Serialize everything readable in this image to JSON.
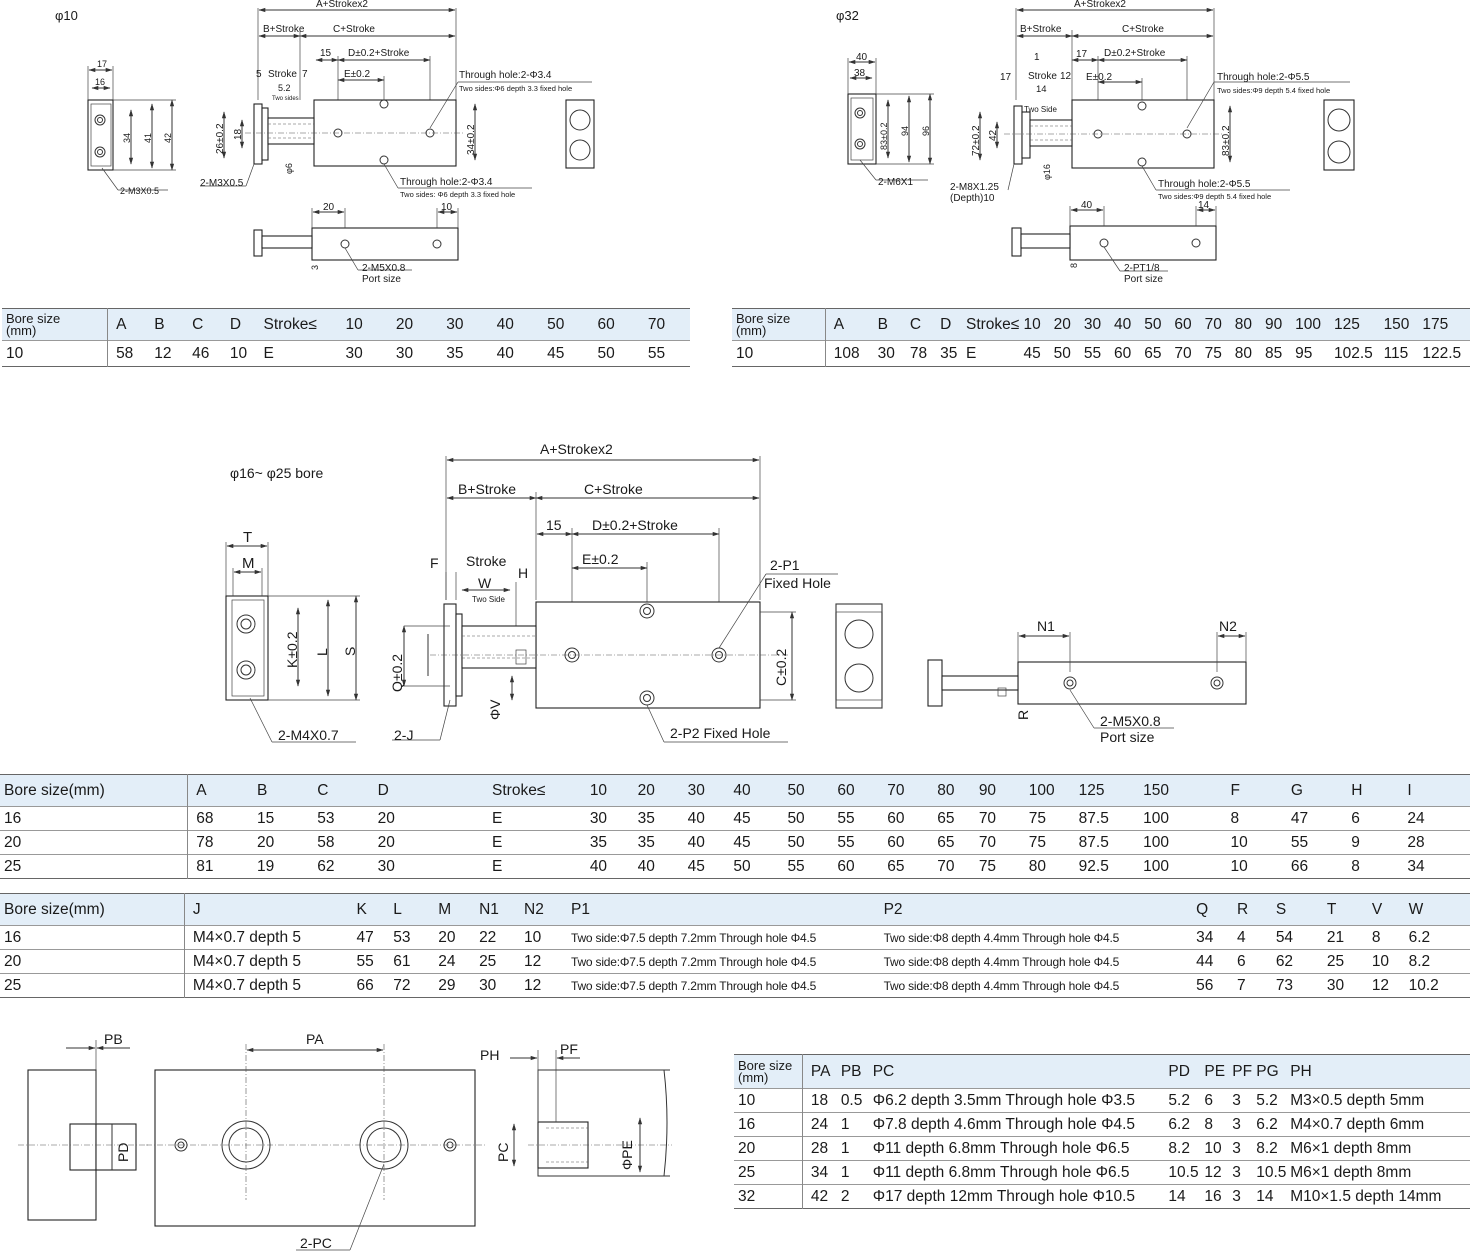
{
  "labels": {
    "phi10": "φ10",
    "phi32": "φ32",
    "phi16_25": "φ16~ φ25 bore",
    "a_stroke2": "A+Strokex2",
    "b_stroke": "B+Stroke",
    "c_stroke": "C+Stroke",
    "d_stroke": "D±0.2+Stroke",
    "e": "E±0.2",
    "stroke": "Stroke",
    "two_side": "Two Side",
    "two_sides": "Two sides",
    "t10_dims": [
      "17",
      "16",
      "34",
      "41",
      "42",
      "5",
      "7",
      "5.2",
      "15",
      "26±0.2",
      "18",
      "φ6",
      "34±0.2",
      "20",
      "10",
      "3"
    ],
    "t10_m3": "2-M3X0.5",
    "t10_through1": "Through hole:2-Φ3.4",
    "t10_through1_sub": "Two sides:Φ6 depth 3.3 fixed hole",
    "t10_through2": "Through hole:2-Φ3.4",
    "t10_through2_sub": "Two sides: Φ6 depth 3.3 fixed hole",
    "t10_port": "2-M5X0.8",
    "port_size": "Port size",
    "t32_dims": [
      "40",
      "38",
      "83±0.2",
      "94",
      "96",
      "1",
      "17",
      "12",
      "14",
      "72±0.2",
      "42",
      "φ16",
      "83±0.2",
      "40",
      "14",
      "8"
    ],
    "t32_m6": "2-M6X1",
    "t32_m8": "2-M8X1.25",
    "t32_m8_sub": "(Depth)10",
    "t32_through1": "Through hole:2-Φ5.5",
    "t32_through1_sub": "Two sides:Φ9 depth 5.4 fixed hole",
    "t32_through2": "Through hole:2-Φ5.5",
    "t32_through2_sub": "Two sides:Φ9 depth 5.4 fixed hole",
    "t32_port": "2-PT1/8",
    "m_T": "T",
    "m_M": "M",
    "m_K": "K±0.2",
    "m_L": "L",
    "m_S": "S",
    "m_m4": "2-M4X0.7",
    "m_F": "F",
    "m_W": "W",
    "m_H": "H",
    "m_Q": "Q±0.2",
    "m_V": "ΦV",
    "m_2J": "2-J",
    "m_15": "15",
    "m_C": "C±0.2",
    "m_P1": "2-P1",
    "m_P1b": "Fixed Hole",
    "m_P2": "2-P2 Fixed Hole",
    "m_N1": "N1",
    "m_N2": "N2",
    "m_R": "R",
    "m_port": "2-M5X0.8",
    "b_PB": "PB",
    "b_PA": "PA",
    "b_PD": "PD",
    "b_PC": "2-PC",
    "b_PH": "PH",
    "b_PF": "PF",
    "b_PC2": "PC",
    "b_PE": "ΦPE"
  },
  "table10": {
    "head": [
      "Bore size\n(mm)",
      "A",
      "B",
      "C",
      "D",
      "Stroke≤",
      "10",
      "20",
      "30",
      "40",
      "50",
      "60",
      "70"
    ],
    "row": [
      "10",
      "58",
      "12",
      "46",
      "10",
      "E",
      "30",
      "30",
      "35",
      "40",
      "45",
      "50",
      "55"
    ]
  },
  "table32": {
    "head": [
      "Bore size\n(mm)",
      "A",
      "B",
      "C",
      "D",
      "Stroke≤",
      "10",
      "20",
      "30",
      "40",
      "50",
      "60",
      "70",
      "80",
      "90",
      "100",
      "125",
      "150",
      "175"
    ],
    "row": [
      "10",
      "108",
      "30",
      "78",
      "35",
      "E",
      "45",
      "50",
      "55",
      "60",
      "65",
      "70",
      "75",
      "80",
      "85",
      "95",
      "102.5",
      "115",
      "122.5"
    ]
  },
  "tableA": {
    "head": [
      "Bore size(mm)",
      "A",
      "B",
      "C",
      "D",
      "Stroke≤",
      "10",
      "20",
      "30",
      "40",
      "50",
      "60",
      "70",
      "80",
      "90",
      "100",
      "125",
      "150",
      "F",
      "G",
      "H",
      "I"
    ],
    "rows": [
      [
        "16",
        "68",
        "15",
        "53",
        "20",
        "E",
        "30",
        "35",
        "40",
        "45",
        "50",
        "55",
        "60",
        "65",
        "70",
        "75",
        "87.5",
        "100",
        "8",
        "47",
        "6",
        "24"
      ],
      [
        "20",
        "78",
        "20",
        "58",
        "20",
        "E",
        "35",
        "35",
        "40",
        "45",
        "50",
        "55",
        "60",
        "65",
        "70",
        "75",
        "87.5",
        "100",
        "10",
        "55",
        "9",
        "28"
      ],
      [
        "25",
        "81",
        "19",
        "62",
        "30",
        "E",
        "40",
        "40",
        "45",
        "50",
        "55",
        "60",
        "65",
        "70",
        "75",
        "80",
        "92.5",
        "100",
        "10",
        "66",
        "8",
        "34"
      ]
    ]
  },
  "tableB": {
    "head": [
      "Bore size(mm)",
      "J",
      "K",
      "L",
      "M",
      "N1",
      "N2",
      "P1",
      "P2",
      "Q",
      "R",
      "S",
      "T",
      "V",
      "W"
    ],
    "rows": [
      [
        "16",
        "M4×0.7 depth 5",
        "47",
        "53",
        "20",
        "22",
        "10",
        "Two side:Φ7.5 depth 7.2mm Through hole Φ4.5",
        "Two side:Φ8 depth 4.4mm Through hole Φ4.5",
        "34",
        "4",
        "54",
        "21",
        "8",
        "6.2"
      ],
      [
        "20",
        "M4×0.7 depth 5",
        "55",
        "61",
        "24",
        "25",
        "12",
        "Two side:Φ7.5 depth 7.2mm Through hole Φ4.5",
        "Two side:Φ8 depth 4.4mm Through hole Φ4.5",
        "44",
        "6",
        "62",
        "25",
        "10",
        "8.2"
      ],
      [
        "25",
        "M4×0.7 depth 5",
        "66",
        "72",
        "29",
        "30",
        "12",
        "Two side:Φ7.5 depth 7.2mm Through hole Φ4.5",
        "Two side:Φ8 depth 4.4mm Through hole Φ4.5",
        "56",
        "7",
        "73",
        "30",
        "12",
        "10.2"
      ]
    ]
  },
  "tableP": {
    "head": [
      "Bore size\n(mm)",
      "PA",
      "PB",
      "PC",
      "PD",
      "PE",
      "PF",
      "PG",
      "PH"
    ],
    "rows": [
      [
        "10",
        "18",
        "0.5",
        "Φ6.2 depth 3.5mm Through hole Φ3.5",
        "5.2",
        "6",
        "3",
        "5.2",
        "M3×0.5 depth 5mm"
      ],
      [
        "16",
        "24",
        "1",
        "Φ7.8 depth 4.6mm Through hole Φ4.5",
        "6.2",
        "8",
        "3",
        "6.2",
        "M4×0.7 depth 6mm"
      ],
      [
        "20",
        "28",
        "1",
        "Φ11 depth 6.8mm Through hole Φ6.5",
        "8.2",
        "10",
        "3",
        "8.2",
        "M6×1 depth 8mm"
      ],
      [
        "25",
        "34",
        "1",
        "Φ11 depth 6.8mm Through hole Φ6.5",
        "10.5",
        "12",
        "3",
        "10.5",
        "M6×1 depth 8mm"
      ],
      [
        "32",
        "42",
        "2",
        "Φ17 depth 12mm Through hole Φ10.5",
        "14",
        "16",
        "3",
        "14",
        "M10×1.5 depth 14mm"
      ]
    ]
  }
}
